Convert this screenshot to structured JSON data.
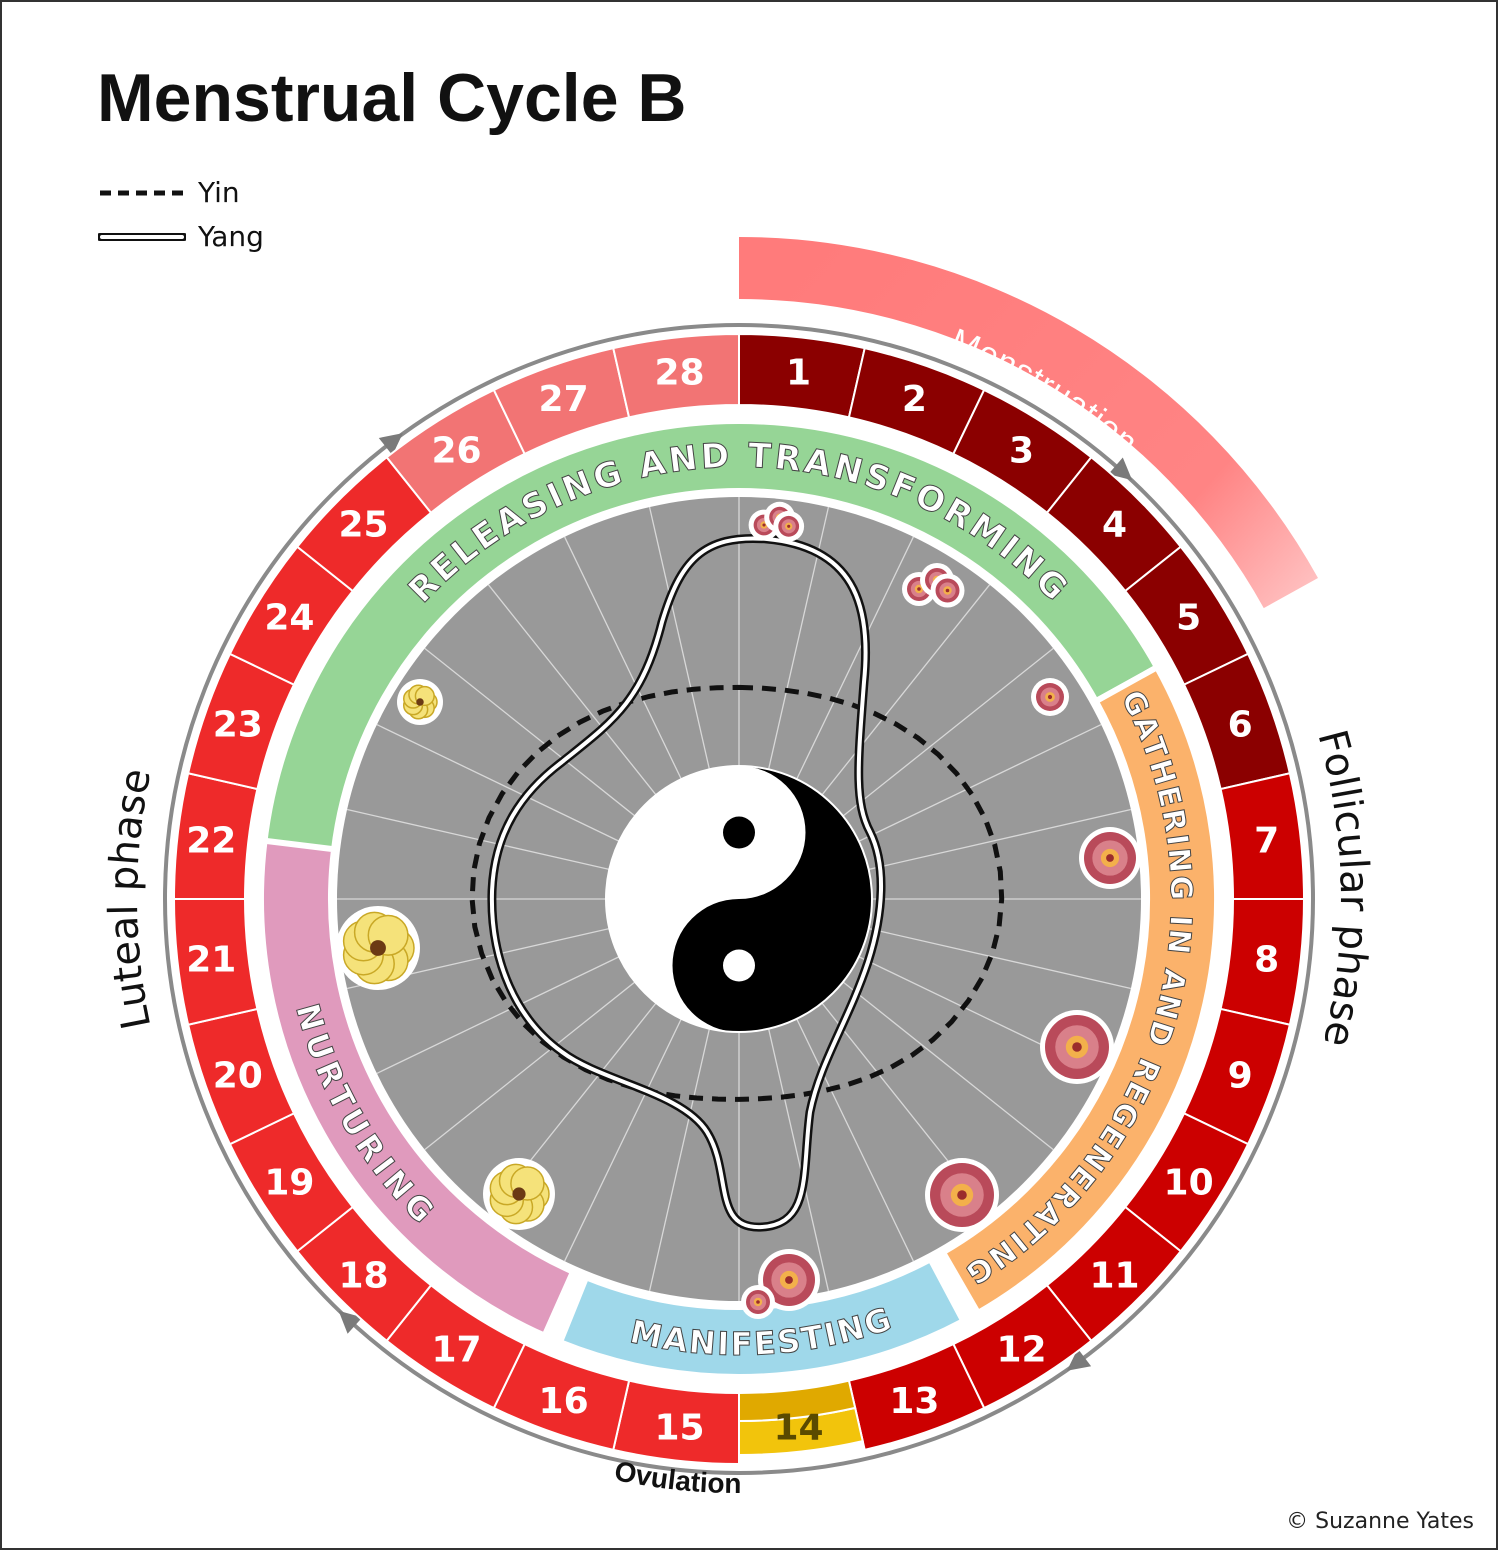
{
  "title": "Menstrual Cycle B",
  "legend": {
    "yin": {
      "label": "Yin",
      "line_style": "dashed"
    },
    "yang": {
      "label": "Yang",
      "line_style": "double"
    }
  },
  "days": [
    "1",
    "2",
    "3",
    "4",
    "5",
    "6",
    "7",
    "8",
    "9",
    "10",
    "11",
    "12",
    "13",
    "14",
    "15",
    "16",
    "17",
    "18",
    "19",
    "20",
    "21",
    "22",
    "23",
    "24",
    "25",
    "26",
    "27",
    "28"
  ],
  "ovulation_day": "14",
  "menstruation_label": "Menstruation",
  "follicular_label": "Follicular phase",
  "luteal_label": "Luteal phase",
  "ovulation_label": "Ovulation",
  "phases": {
    "releasing": "RELEASING AND TRANSFORMING",
    "gathering": "GATHERING IN AND REGENERATING",
    "manifesting": "MANIFESTING",
    "nurturing": "NURTURING"
  },
  "colors": {
    "menstruation_days": "#8b0000",
    "follicular_days": "#cc0000",
    "luteal_days": "#ee2a2a",
    "premenstrual_days": "#f27474",
    "ovulation_day": "#f2c40c",
    "releasing_band": "#96d596",
    "gathering_band": "#fbb26b",
    "manifesting_band": "#9fd8ea",
    "nurturing_band": "#e09abd",
    "center_disc": "#999999",
    "menstruation_arc": "#ff7b7b"
  },
  "icons": {
    "follicles": "ovarian-follicle-icon",
    "corpus_luteum": "corpus-luteum-icon",
    "yin_yang": "yin-yang-icon"
  },
  "credit": "© Suzanne Yates"
}
